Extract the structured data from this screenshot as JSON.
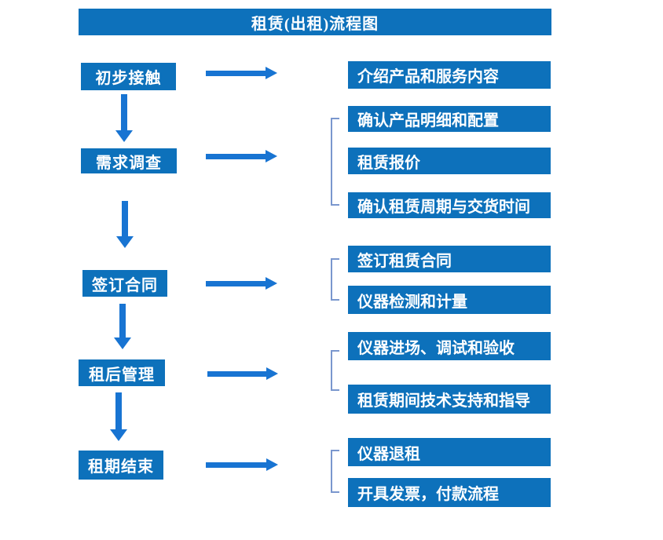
{
  "title": "租赁(出租)流程图",
  "colors": {
    "box_blue": "#0d71bb",
    "arrow_blue": "#1874d2",
    "bracket_blue": "#7a97ce",
    "text_white": "#ffffff"
  },
  "steps": [
    {
      "label": "初步接触",
      "items": [
        "介绍产品和服务内容"
      ]
    },
    {
      "label": "需求调查",
      "items": [
        "确认产品明细和配置",
        "租赁报价",
        "确认租赁周期与交货时间"
      ]
    },
    {
      "label": "签订合同",
      "items": [
        "签订租赁合同",
        "仪器检测和计量"
      ]
    },
    {
      "label": "租后管理",
      "items": [
        "仪器进场、调试和验收",
        "租赁期间技术支持和指导"
      ]
    },
    {
      "label": "租期结束",
      "items": [
        "仪器退租",
        "开具发票，付款流程"
      ]
    }
  ]
}
